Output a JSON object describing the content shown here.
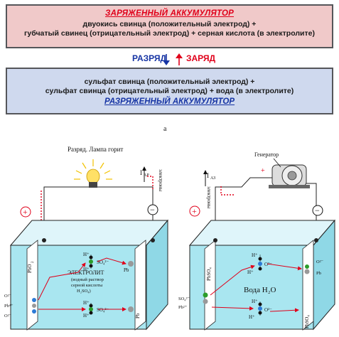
{
  "top_box": {
    "title": "ЗАРЯЖЕННЫЙ АККУМУЛЯТОР",
    "line1": "двуокись свинца (положительный электрод) +",
    "line2": "губчатый свинец (отрицательный электрод) + серная кислота (в электролите)"
  },
  "middle": {
    "discharge": "РАЗРЯД",
    "charge": "ЗАРЯД"
  },
  "bottom_box": {
    "line1": "сульфат свинца (положительный электрод) +",
    "line2": "сульфат свинца (отрицательный электрод) + вода (в электролите)",
    "title": "РАЗРЯЖЕННЫЙ АККУМУЛЯТОР"
  },
  "caption": "а",
  "left_cell": {
    "lamp_label": "Разряд. Лампа горит",
    "current_label": "I",
    "current_sub": "АР",
    "electrons": "электроны",
    "electrode_left": "PbO",
    "electrode_left_sub": "2",
    "electrode_right": "Pb",
    "electrolyte_title": "ЭЛЕКТРОЛИТ",
    "electrolyte_sub1": "(водный раствор",
    "electrolyte_sub2": "серной кислоты",
    "electrolyte_formula": "H₂SO₄)",
    "ion_h": "H⁺",
    "ion_so4": "SO₄²⁻",
    "ion_o2": "O²⁻",
    "ion_pb4": "Pb⁴⁺",
    "plus": "+",
    "minus": "−"
  },
  "right_cell": {
    "gen_label": "Генератор",
    "current_label": "I",
    "current_sub": "АЗ",
    "electrons": "электроны",
    "electrode_left": "PbSO₄",
    "electrode_right": "PbSO₄",
    "water": "Вода H₂O",
    "ion_h": "H⁺",
    "ion_so4": "SO₄²⁻",
    "ion_o2": "O²⁻",
    "ion_pb": "Pb²⁺",
    "ion_pb_right": "Pb",
    "plus": "+",
    "minus": "−"
  },
  "colors": {
    "red_text": "#e0001a",
    "blue_text": "#1634a4",
    "top_box_bg": "#f0c9c9",
    "bottom_box_bg": "#cfd9ee",
    "electrolyte": "#a9e6f0"
  }
}
